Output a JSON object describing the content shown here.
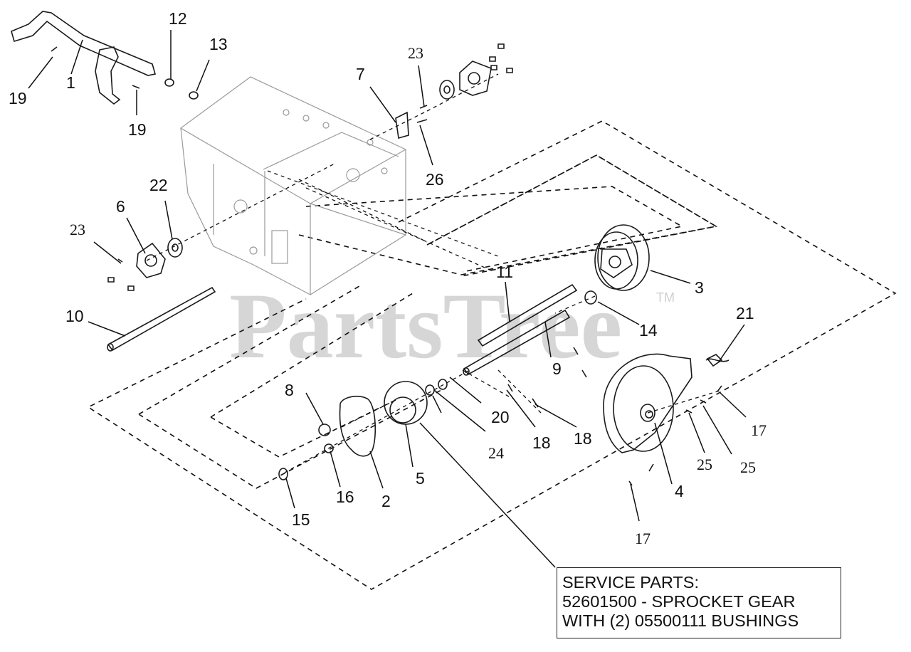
{
  "watermark": {
    "text": "PartsTree",
    "trademark": "TM"
  },
  "callouts": [
    {
      "id": "c1",
      "label": "1"
    },
    {
      "id": "c2",
      "label": "2"
    },
    {
      "id": "c3",
      "label": "3"
    },
    {
      "id": "c4",
      "label": "4"
    },
    {
      "id": "c5",
      "label": "5"
    },
    {
      "id": "c6",
      "label": "6"
    },
    {
      "id": "c7",
      "label": "7"
    },
    {
      "id": "c8",
      "label": "8"
    },
    {
      "id": "c9",
      "label": "9"
    },
    {
      "id": "c10",
      "label": "10"
    },
    {
      "id": "c11",
      "label": "11"
    },
    {
      "id": "c12",
      "label": "12"
    },
    {
      "id": "c13",
      "label": "13"
    },
    {
      "id": "c14",
      "label": "14"
    },
    {
      "id": "c15",
      "label": "15"
    },
    {
      "id": "c16",
      "label": "16"
    },
    {
      "id": "c17a",
      "label": "17"
    },
    {
      "id": "c17b",
      "label": "17"
    },
    {
      "id": "c18a",
      "label": "18"
    },
    {
      "id": "c18b",
      "label": "18"
    },
    {
      "id": "c19a",
      "label": "19"
    },
    {
      "id": "c19b",
      "label": "19"
    },
    {
      "id": "c20",
      "label": "20"
    },
    {
      "id": "c21",
      "label": "21"
    },
    {
      "id": "c22",
      "label": "22"
    },
    {
      "id": "c23a",
      "label": "23"
    },
    {
      "id": "c23b",
      "label": "23"
    },
    {
      "id": "c24",
      "label": "24"
    },
    {
      "id": "c25a",
      "label": "25"
    },
    {
      "id": "c25b",
      "label": "25"
    },
    {
      "id": "c26",
      "label": "26"
    }
  ],
  "service_parts": {
    "line1": "SERVICE PARTS:",
    "line2": "52601500 - SPROCKET GEAR",
    "line3": "WITH (2) 05500111 BUSHINGS"
  }
}
